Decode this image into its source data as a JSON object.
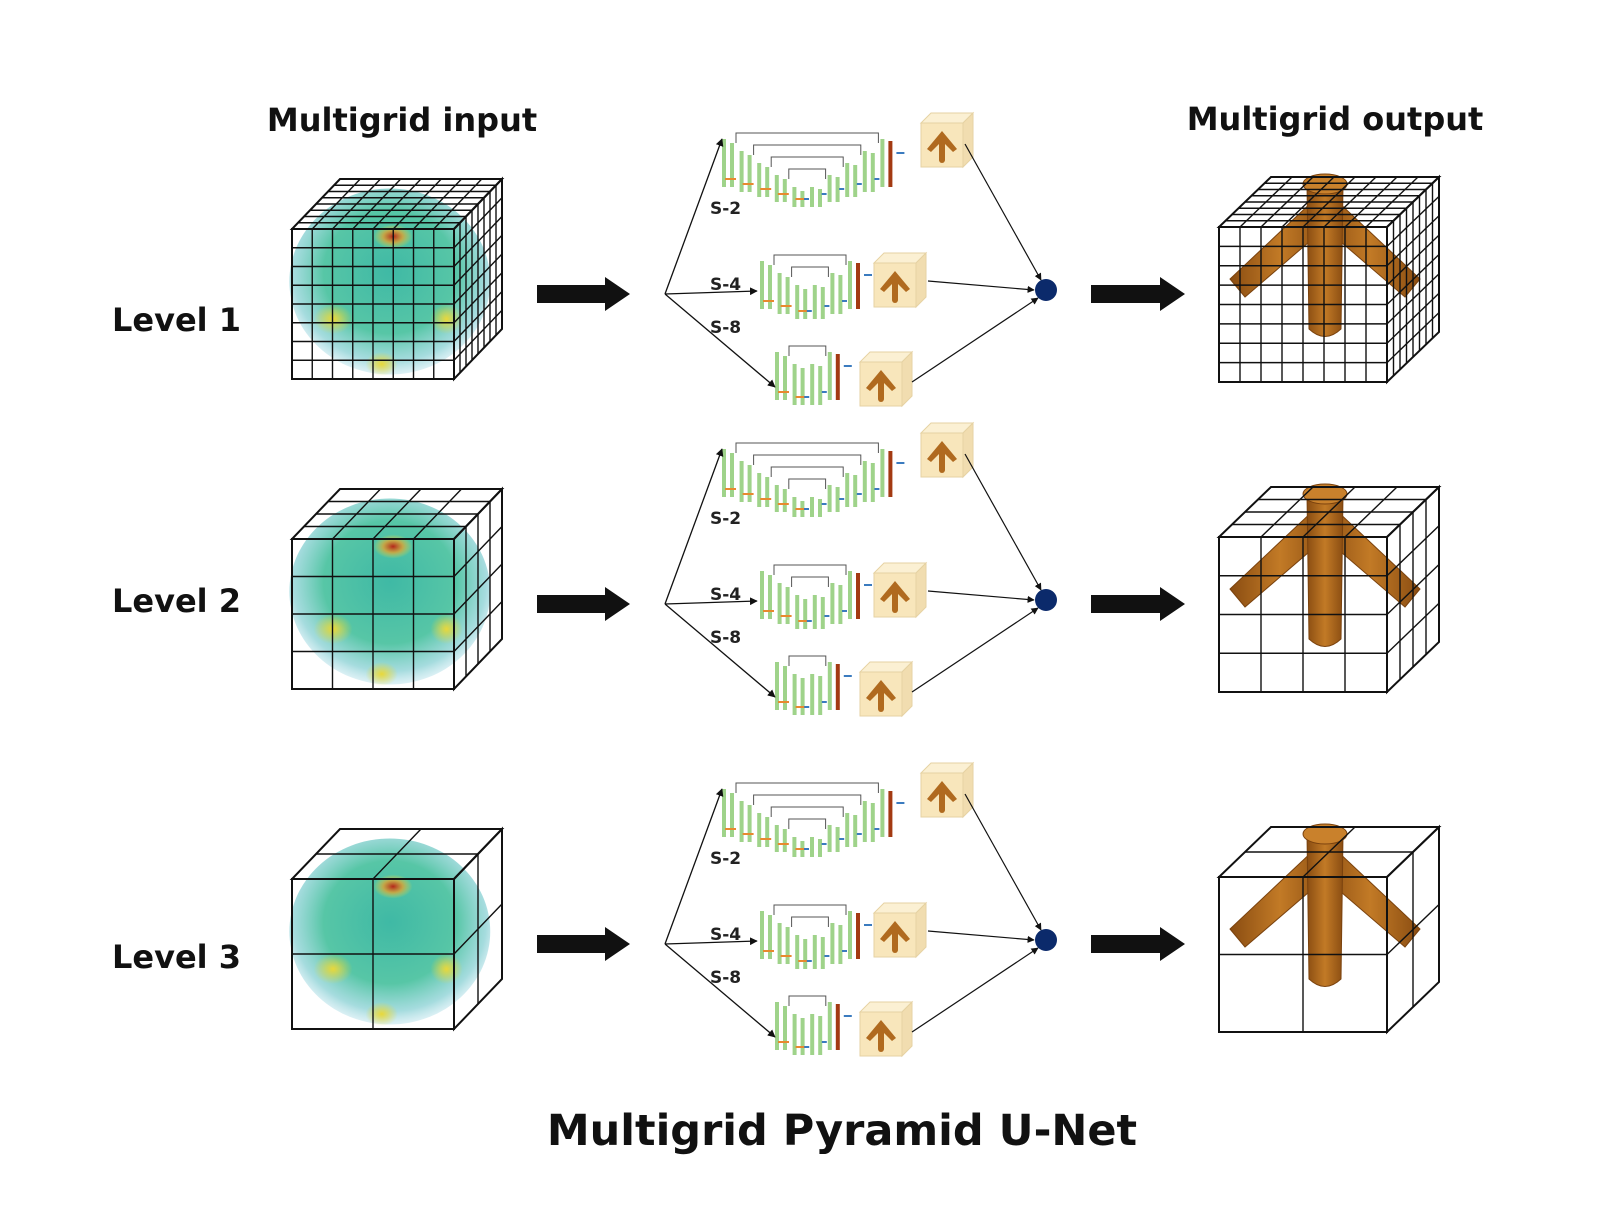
{
  "headers": {
    "input": "Multigrid input",
    "output": "Multigrid output"
  },
  "levels": [
    {
      "label": "Level 1",
      "input_grid_divisions": 8,
      "output_grid_divisions": 8
    },
    {
      "label": "Level 2",
      "input_grid_divisions": 4,
      "output_grid_divisions": 4
    },
    {
      "label": "Level 3",
      "input_grid_divisions": 2,
      "output_grid_divisions": 2
    }
  ],
  "branches": [
    {
      "label": "S-2"
    },
    {
      "label": "S-4"
    },
    {
      "label": "S-8"
    }
  ],
  "footer": "Multigrid Pyramid U-Net",
  "colors": {
    "ink": "#111111",
    "conv_green": "#9fd38a",
    "conv_dark": "#a33a12",
    "skip_orange": "#e8892f",
    "skip_blue": "#3b7bbf",
    "cube_face": "#f8e6bb",
    "tree_brown": "#b06a1f",
    "merge_node": "#0b2a6b",
    "volume_teal": "#52c7b0",
    "volume_blue": "#7fb8e6",
    "volume_yellow": "#e6e24a",
    "volume_red": "#c8421c"
  }
}
